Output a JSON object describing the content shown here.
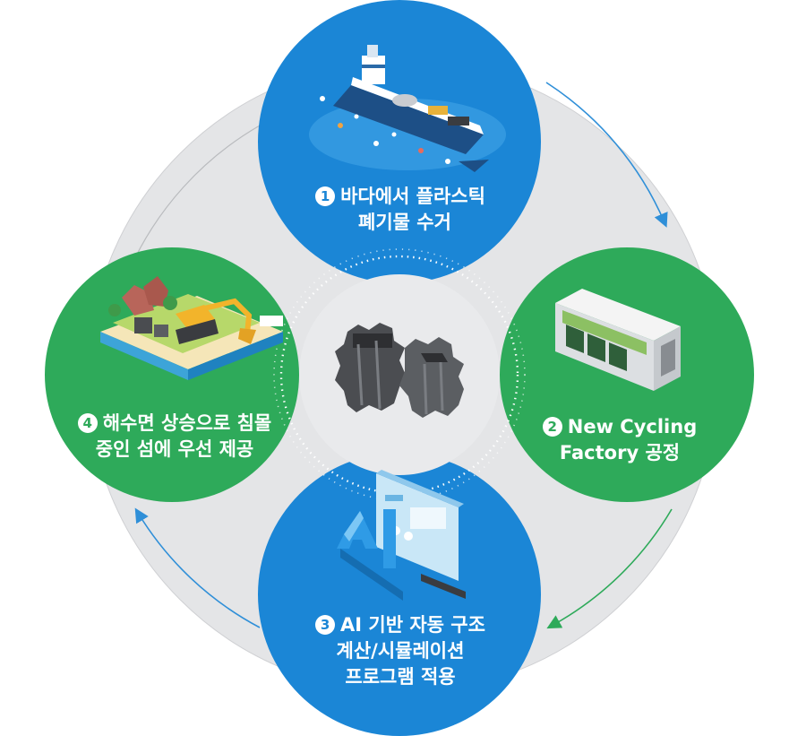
{
  "steps": [
    {
      "num": "1",
      "line1": "바다에서 플라스틱",
      "line2": "폐기물 수거",
      "line3": ""
    },
    {
      "num": "2",
      "line1": "New Cycling",
      "line2": "Factory 공정",
      "line3": ""
    },
    {
      "num": "3",
      "line1": "AI 기반 자동 구조",
      "line2": "계산/시뮬레이션",
      "line3": "프로그램 적용"
    },
    {
      "num": "4",
      "line1": "해수면 상승으로 침몰",
      "line2": "중인 섬에 우선 제공",
      "line3": ""
    }
  ],
  "ai_text": "AI",
  "colors": {
    "blue": "#1b86d6",
    "green": "#2eaa5a",
    "ring": "#e3e4e6",
    "arrow_blue": "#2f8fd8",
    "arrow_green": "#2eaa5a"
  }
}
